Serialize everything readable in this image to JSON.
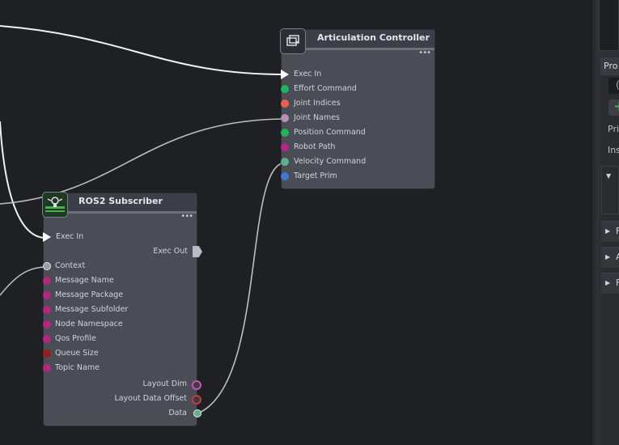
{
  "articulation_node": {
    "title": "Articulation Controller",
    "more": "•••",
    "inputs": [
      {
        "label": "Exec In",
        "kind": "exec",
        "color": "#ffffff"
      },
      {
        "label": "Effort Command",
        "kind": "data",
        "color": "#1fb55a"
      },
      {
        "label": "Joint Indices",
        "kind": "data",
        "color": "#e8604c"
      },
      {
        "label": "Joint Names",
        "kind": "data",
        "color": "#b98fb3"
      },
      {
        "label": "Position Command",
        "kind": "data",
        "color": "#1fb55a"
      },
      {
        "label": "Robot Path",
        "kind": "data",
        "color": "#b5277f"
      },
      {
        "label": "Velocity Command",
        "kind": "data",
        "color": "#5fae8c"
      },
      {
        "label": "Target Prim",
        "kind": "data",
        "color": "#3a7bd5"
      }
    ]
  },
  "ros2_node": {
    "title": "ROS2 Subscriber",
    "more": "•••",
    "exec_in": "Exec In",
    "exec_out": "Exec Out",
    "inputs": [
      {
        "label": "Context",
        "color": "#9a9ca3"
      },
      {
        "label": "Message Name",
        "color": "#b5277f"
      },
      {
        "label": "Message Package",
        "color": "#b5277f"
      },
      {
        "label": "Message Subfolder",
        "color": "#b5277f"
      },
      {
        "label": "Node Namespace",
        "color": "#b5277f"
      },
      {
        "label": "Qos Profile",
        "color": "#b5277f"
      },
      {
        "label": "Queue Size",
        "color": "#9a1c1c"
      },
      {
        "label": "Topic Name",
        "color": "#b5277f"
      }
    ],
    "outputs": [
      {
        "label": "Layout Dim",
        "color": "#d14fb0"
      },
      {
        "label": "Layout Data Offset",
        "color": "#c93a3a"
      },
      {
        "label": "Data",
        "color": "#5fae8c"
      }
    ]
  },
  "property_panel": {
    "tab": "Pro",
    "input_glyph": "(",
    "add_glyph": "+",
    "labels": [
      "Pri",
      "Ins"
    ],
    "sections": [
      "F",
      "A",
      "F"
    ]
  }
}
